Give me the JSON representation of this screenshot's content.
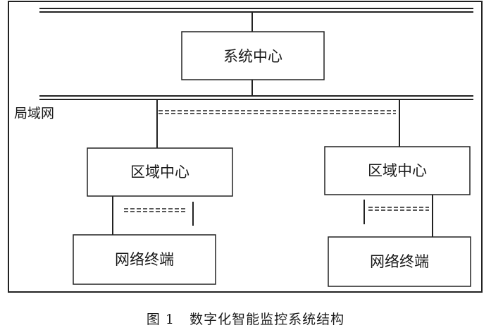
{
  "diagram": {
    "system_center": "系统中心",
    "lan_label": "局域网",
    "region_left": "区域中心",
    "region_right": "区域中心",
    "terminal_left": "网络终端",
    "terminal_right": "网络终端"
  },
  "caption": {
    "number": "图 1",
    "text": "数字化智能监控系统结构"
  }
}
